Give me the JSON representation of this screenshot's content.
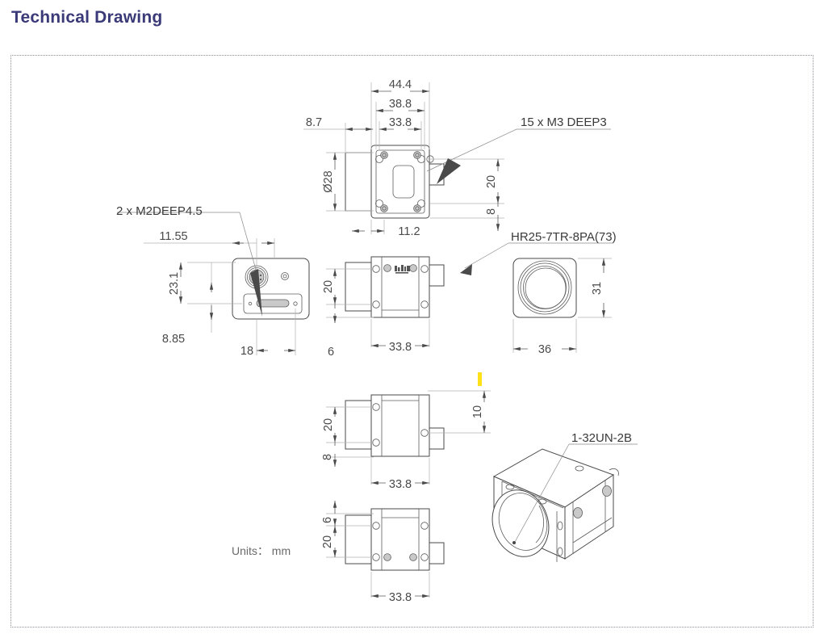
{
  "header": {
    "title": "Technical Drawing",
    "title_color": "#3b3a78"
  },
  "frame": {
    "border_style": "dotted",
    "border_color": "#8d8d96"
  },
  "drawing": {
    "units_label": "Units： mm",
    "line_color": "#4a4a4a",
    "dim_line_color": "#9a9a9a",
    "marker_color": "#ffe11a",
    "callouts": [
      {
        "id": "m3-deep3",
        "text": "15 x  M3 DEEP3"
      },
      {
        "id": "m2-deep45",
        "text": "2 x  M2DEEP4.5"
      },
      {
        "id": "connector",
        "text": "HR25-7TR-8PA(73)"
      },
      {
        "id": "lens-thread",
        "text": "1-32UN-2B"
      }
    ],
    "dimensions": {
      "top_view": [
        "44.4",
        "38.8",
        "33.8",
        "8.7",
        "Ø28",
        "11.2",
        "20",
        "8"
      ],
      "back_view": [
        "11.55",
        "23.1",
        "8.85",
        "18"
      ],
      "side_view": [
        "20",
        "6",
        "33.8"
      ],
      "front_view": [
        "31",
        "36"
      ],
      "side_view_2": [
        "20",
        "8",
        "10",
        "33.8"
      ],
      "bottom_view": [
        "6",
        "20",
        "33.8"
      ]
    },
    "labels": {
      "d_44_4": "44.4",
      "d_38_8": "38.8",
      "d_33_8": "33.8",
      "d_8_7": "8.7",
      "d_dia28": "Ø28",
      "d_11_2": "11.2",
      "d_20": "20",
      "d_8": "8",
      "d_11_55": "11.55",
      "d_23_1": "23.1",
      "d_8_85": "8.85",
      "d_18": "18",
      "d_6": "6",
      "d_31": "31",
      "d_36": "36",
      "d_10": "10"
    }
  }
}
